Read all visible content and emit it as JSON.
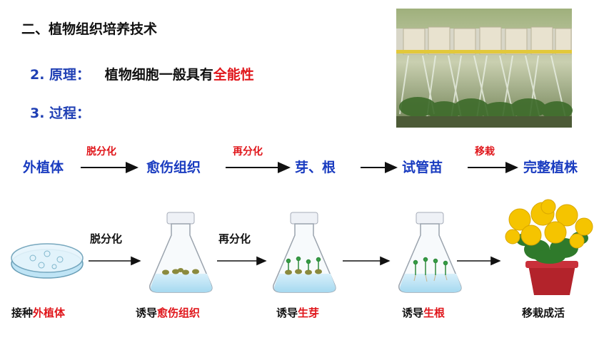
{
  "title": "二、植物组织培养技术",
  "principle": {
    "label": "2. 原理：",
    "text": "植物细胞一般具有",
    "highlight": "全能性"
  },
  "process": {
    "label": "3. 过程："
  },
  "flow": {
    "steps": [
      "外植体",
      "愈伤组织",
      "芽、根",
      "试管苗",
      "完整植株"
    ],
    "arrows": [
      "脱分化",
      "再分化",
      "",
      "移栽"
    ]
  },
  "stages": {
    "mid_labels": [
      "脱分化",
      "再分化"
    ],
    "captions": [
      {
        "prefix": "接种",
        "highlight": "外植体"
      },
      {
        "prefix": "诱导",
        "highlight": "愈伤组织"
      },
      {
        "prefix": "诱导",
        "highlight": "生芽"
      },
      {
        "prefix": "诱导",
        "highlight": "生根"
      },
      {
        "prefix": "移栽成活",
        "highlight": ""
      }
    ]
  },
  "colors": {
    "blue": "#1f3fb4",
    "red": "#e0161b",
    "flower": "#f5c400"
  }
}
